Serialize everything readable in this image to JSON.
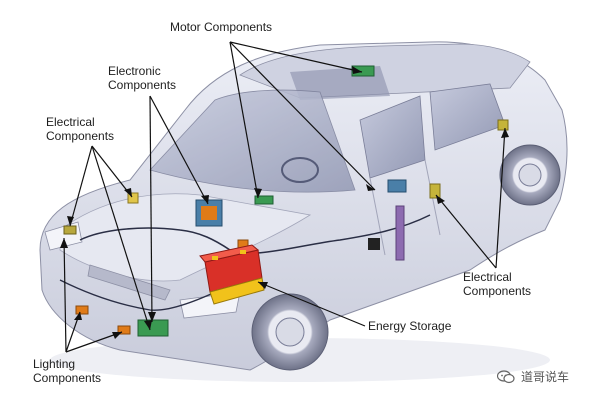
{
  "labels": {
    "motor": "Motor Components",
    "electronic_line1": "Electronic",
    "electronic_line2": "Components",
    "electrical_left_line1": "Electrical",
    "electrical_left_line2": "Components",
    "electrical_right_line1": "Electrical",
    "electrical_right_line2": "Components",
    "energy": "Energy Storage",
    "lighting_line1": "Lighting",
    "lighting_line2": "Components"
  },
  "watermark": {
    "text": "道哥说车",
    "icon": "chat-bubble-icon"
  },
  "colors": {
    "car_body": "#dfe0ec",
    "car_shadow": "#b9bccd",
    "glass": "#a9aec6",
    "pointer": "#111111",
    "battery_red": "#d93028",
    "battery_yellow": "#f1c21b",
    "component_green": "#3a9a52",
    "component_orange": "#e07b18"
  }
}
